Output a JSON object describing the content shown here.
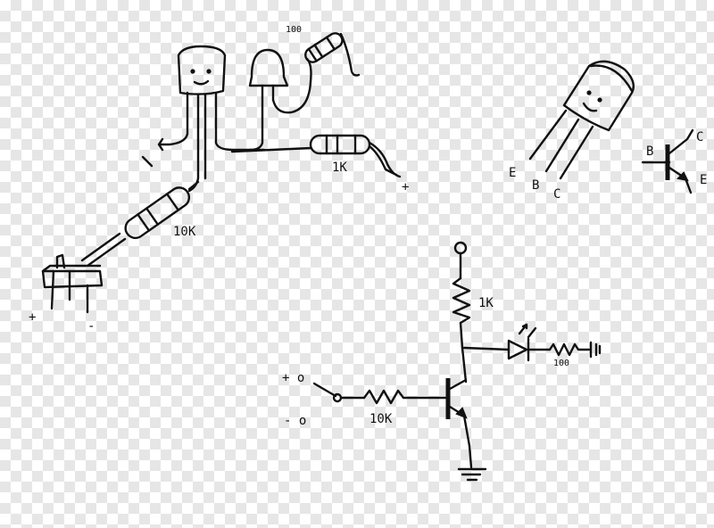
{
  "background": {
    "pattern": "transparency-checkerboard",
    "colors": [
      "#ffffff",
      "#e6e6e6"
    ]
  },
  "ink_color": "#111111",
  "breadboard_sketch": {
    "resistor_top_label": "100",
    "resistor_right_label": "1K",
    "resistor_left_label": "10K",
    "plus_label": "+",
    "switch_plus_label": "+",
    "switch_minus_label": "-"
  },
  "transistor_sketch": {
    "pins": [
      "E",
      "B",
      "C"
    ]
  },
  "transistor_symbol": {
    "base": "B",
    "collector": "C",
    "emitter": "E"
  },
  "schematic": {
    "collector_resistor": "1K",
    "led_resistor": "100",
    "base_resistor": "10K",
    "input_plus": "+ o",
    "input_minus": "- o"
  }
}
